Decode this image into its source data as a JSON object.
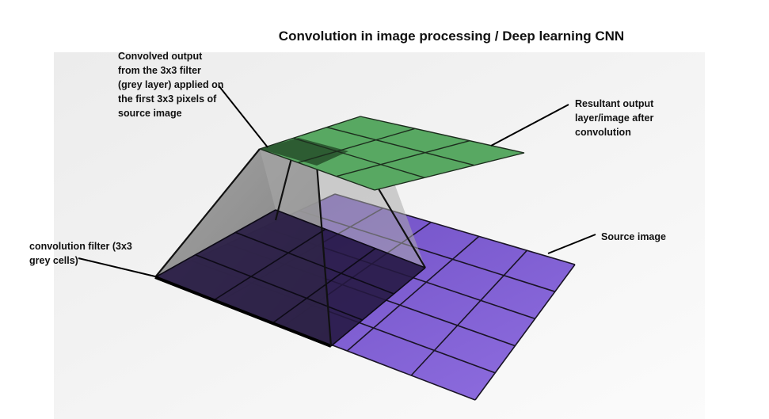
{
  "title": "Convolution in image processing / Deep learning CNN",
  "labels": {
    "convolved_output": "Convolved output\nfrom the 3x3 filter\n(grey layer) applied on\nthe first 3x3 pixels of\nsource image",
    "resultant_output": "Resultant output\nlayer/image after\nconvolution",
    "source_image": "Source image",
    "convolution_filter": "convolution filter (3x3\ngrey cells)"
  },
  "colors": {
    "background_panel": "#f6f6f6",
    "source_grid": "#8563d4",
    "filter_region": "#2a1b4d",
    "output_grid": "#5aaa62",
    "output_highlight_cell": "#2e5e33",
    "pyramid_side": "#8a8a8a",
    "grid_line": "#111111"
  },
  "grids": {
    "source_image": {
      "rows": 5,
      "cols": 5
    },
    "convolution_filter": {
      "rows": 3,
      "cols": 3
    },
    "output_layer": {
      "rows": 3,
      "cols": 3
    }
  }
}
